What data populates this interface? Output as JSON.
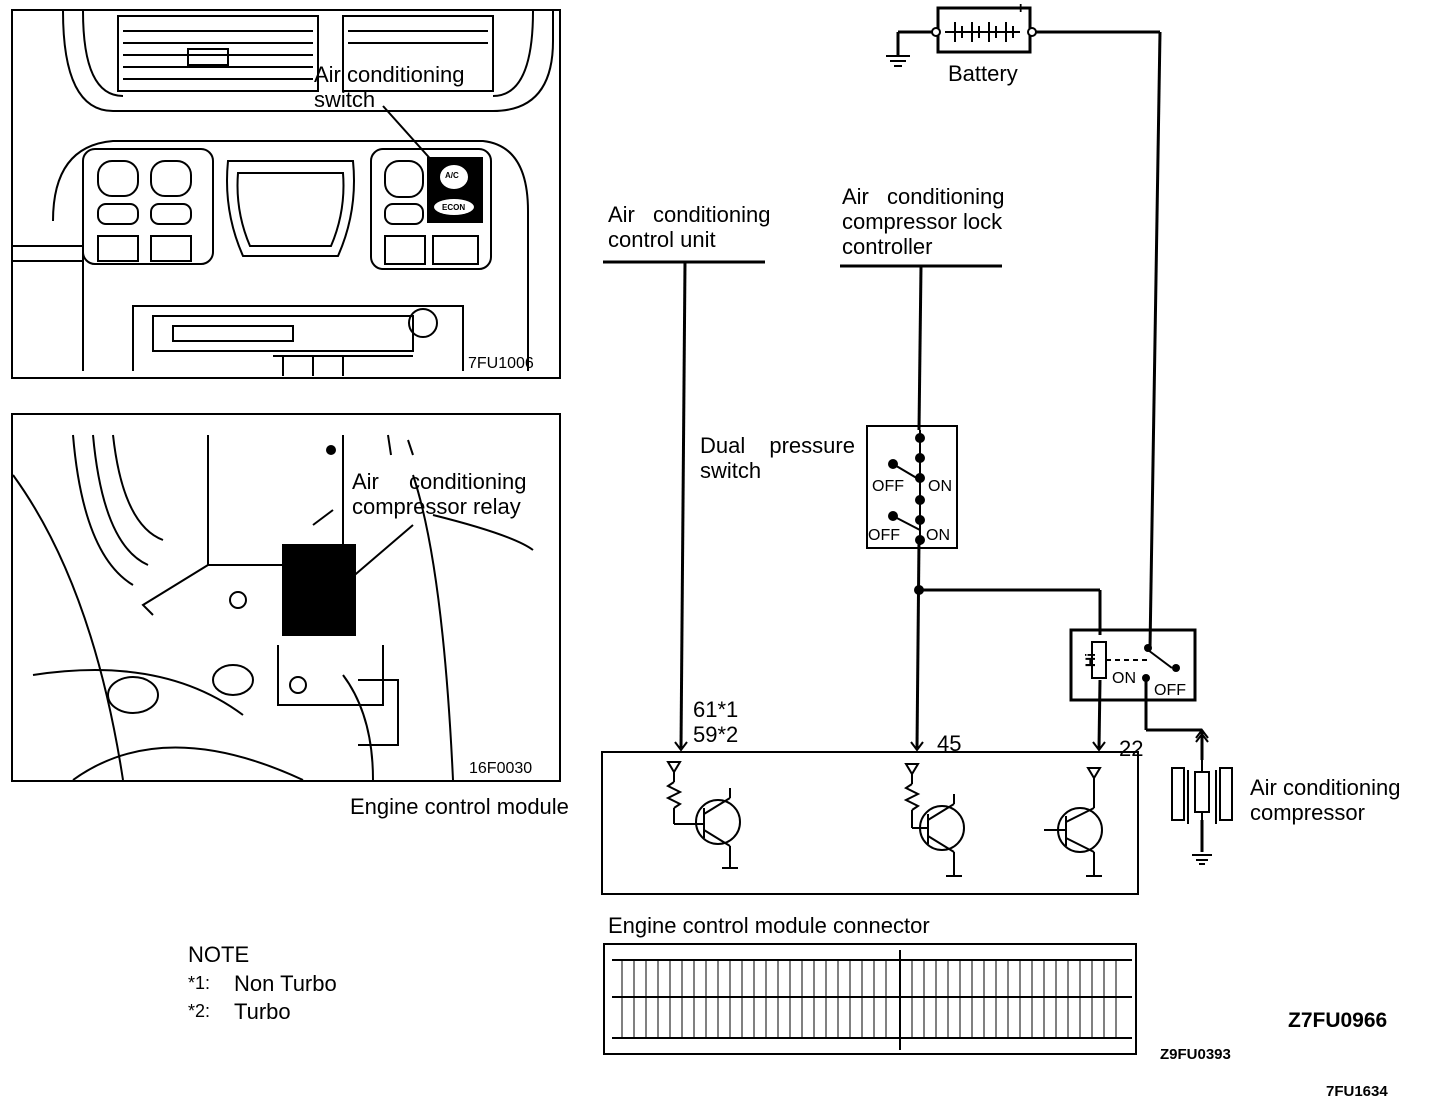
{
  "panel1": {
    "label_line1": "Air conditioning",
    "label_line2": "switch",
    "button_top": "A/C",
    "button_bottom": "ECON",
    "code": "7FU1006"
  },
  "panel2": {
    "label_line1": "Air conditioning",
    "label_line2": "compressor relay",
    "code": "16F0030"
  },
  "battery": {
    "label": "Battery",
    "plus": "+"
  },
  "control_unit": {
    "line1": "Air conditioning",
    "line2": "control unit"
  },
  "lock_controller": {
    "line1": "Air conditioning",
    "line2": "compressor lock",
    "line3": "controller"
  },
  "dual_switch": {
    "line1": "Dual pressure",
    "line2": "switch",
    "off1": "OFF",
    "on1": "ON",
    "off2": "OFF",
    "on2": "ON"
  },
  "relay": {
    "label": "Hi",
    "on": "ON",
    "off": "OFF"
  },
  "pins": {
    "p61": "61*1",
    "p59": "59*2",
    "p45": "45",
    "p22": "22"
  },
  "ecm": {
    "label": "Engine control module"
  },
  "compressor": {
    "line1": "Air conditioning",
    "line2": "compressor"
  },
  "connector": {
    "label": "Engine control module connector",
    "code": "Z9FU0393"
  },
  "note": {
    "title": "NOTE",
    "n1_key": "*1:",
    "n1_val": "Non Turbo",
    "n2_key": "*2:",
    "n2_val": "Turbo"
  },
  "figure_code": "Z7FU0966",
  "page_code": "7FU1634"
}
